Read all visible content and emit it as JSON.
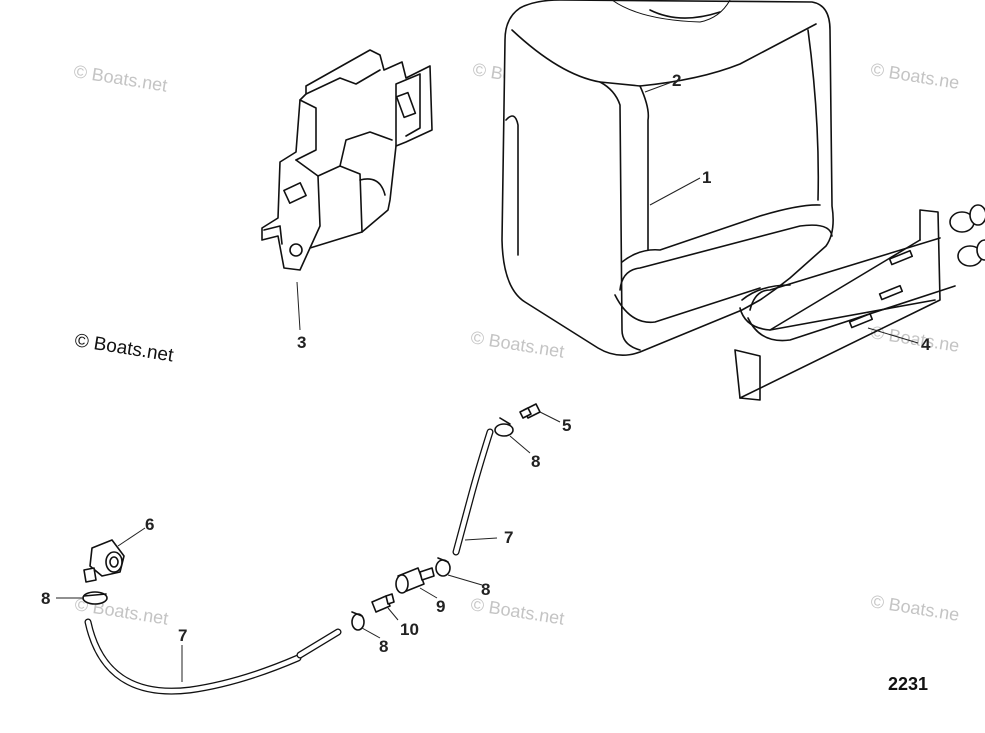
{
  "watermarks": {
    "tl": "© Boats.net",
    "tc": "© Boats.net",
    "tr": "© Boats.ne",
    "left": "© Boats.net",
    "mid": "© Boats.net",
    "midr": "© Boats.ne",
    "bl": "© Boats.net",
    "bc": "© Boats.net",
    "br": "© Boats.ne"
  },
  "callouts": {
    "c1": "1",
    "c2": "2",
    "c3": "3",
    "c4": "4",
    "c5": "5",
    "c6": "6",
    "c7a": "7",
    "c7b": "7",
    "c8a": "8",
    "c8b": "8",
    "c8c": "8",
    "c8d": "8",
    "c9": "9",
    "c10": "10"
  },
  "figure_number": "2231"
}
